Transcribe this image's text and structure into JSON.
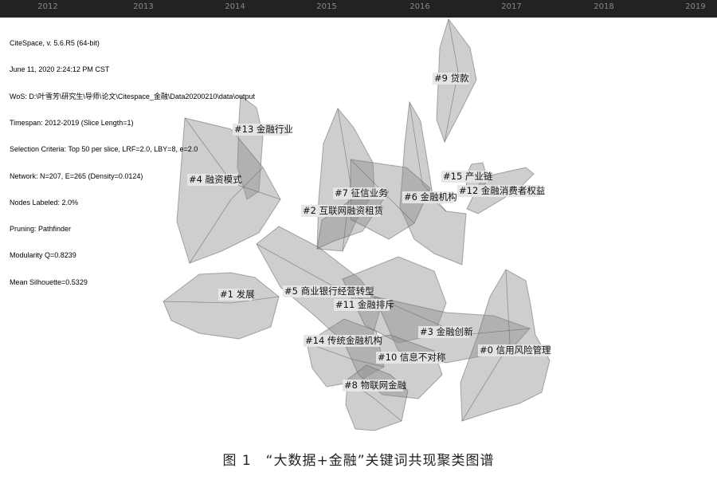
{
  "timeline": {
    "years": [
      "2012",
      "2013",
      "2014",
      "2015",
      "2016",
      "2017",
      "2018",
      "2019"
    ]
  },
  "metadata": {
    "lines": [
      "CiteSpace, v. 5.6.R5 (64-bit)",
      "June 11, 2020 2:24:12 PM CST",
      "WoS: D:\\叶雪芳\\研究生\\导师\\论文\\Citespace_金融\\Data20200210\\data\\output",
      "Timespan: 2012-2019 (Slice Length=1)",
      "Selection Criteria: Top 50 per slice, LRF=2.0, LBY=8, e=2.0",
      "Network: N=207, E=265 (Density=0.0124)",
      "Nodes Labeled: 2.0%",
      "Pruning: Pathfinder",
      "Modularity Q=0.8239",
      "Mean Silhouette=0.5329"
    ]
  },
  "clusters": [
    {
      "id": "9",
      "label": "#9 贷款"
    },
    {
      "id": "13",
      "label": "#13 金融行业"
    },
    {
      "id": "4",
      "label": "#4 融资模式"
    },
    {
      "id": "15",
      "label": "#15 产业链"
    },
    {
      "id": "12",
      "label": "#12 金融消费者权益"
    },
    {
      "id": "7",
      "label": "#7 征信业务"
    },
    {
      "id": "6",
      "label": "#6 金融机构"
    },
    {
      "id": "2",
      "label": "#2 互联网融资租赁"
    },
    {
      "id": "1",
      "label": "#1 发展"
    },
    {
      "id": "5",
      "label": "#5 商业银行经营转型"
    },
    {
      "id": "11",
      "label": "#11 金融排斥"
    },
    {
      "id": "3",
      "label": "#3 金融创新"
    },
    {
      "id": "14",
      "label": "#14 传统金融机构"
    },
    {
      "id": "0",
      "label": "#0 信用风险管理"
    },
    {
      "id": "10",
      "label": "#10 信息不对称"
    },
    {
      "id": "8",
      "label": "#8 物联网金融"
    }
  ],
  "caption": "图 1　“大数据+金融”关键词共现聚类图谱",
  "colors": {
    "hull_fill": "#8a8a8a",
    "hull_stroke": "#6a6a6a",
    "background": "#ffffff",
    "timeline_bar": "#222222"
  }
}
